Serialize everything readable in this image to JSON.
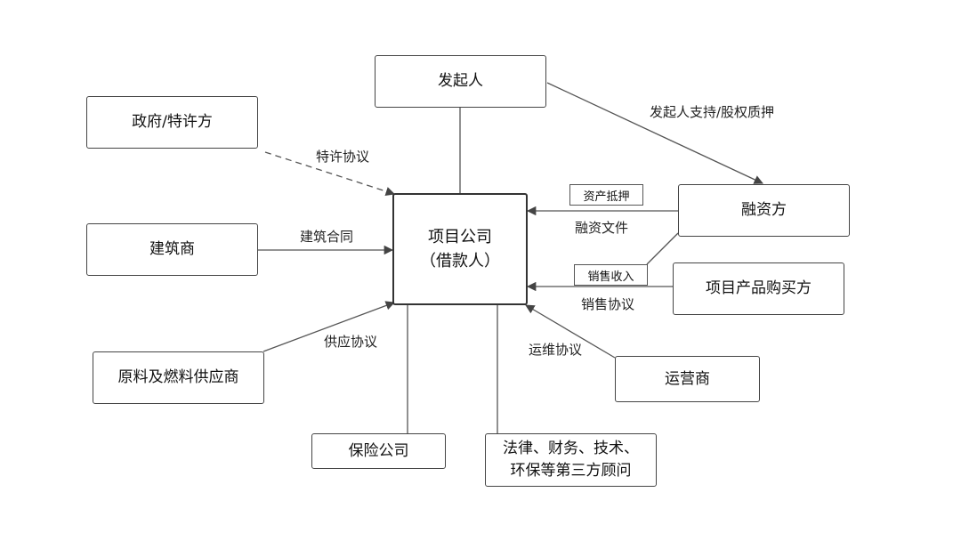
{
  "nodes": {
    "sponsor": "发起人",
    "government": "政府/特许方",
    "contractor": "建筑商",
    "supplier": "原料及燃料供应商",
    "insurer": "保险公司",
    "advisors_line1": "法律、财务、技术、",
    "advisors_line2": "环保等第三方顾问",
    "operator": "运营商",
    "buyer": "项目产品购买方",
    "financier": "融资方",
    "project_line1": "项目公司",
    "project_line2": "（借款人）"
  },
  "labels": {
    "sponsor_support": "发起人支持/股权质押",
    "concession": "特许协议",
    "construction": "建筑合同",
    "supply": "供应协议",
    "om": "运维协议",
    "financing_docs": "融资文件",
    "sales_agreement": "销售协议"
  },
  "tags": {
    "asset_pledge": "资产抵押",
    "sales_income": "销售收入"
  }
}
